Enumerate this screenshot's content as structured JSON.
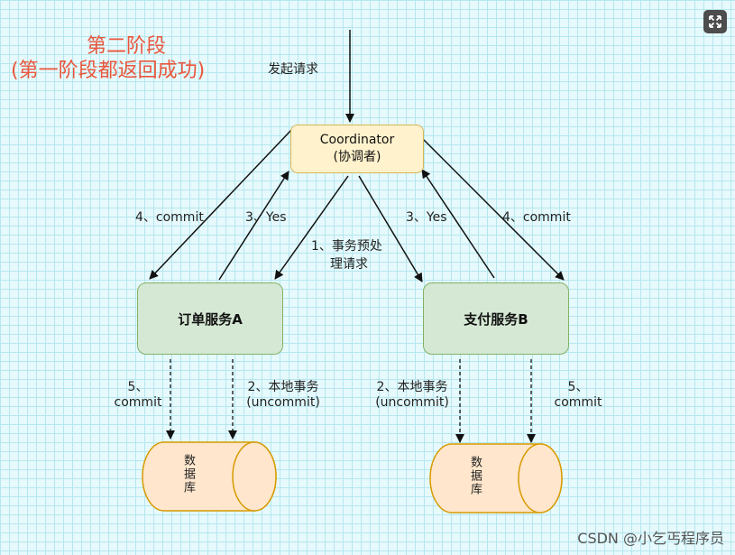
{
  "title": {
    "line1": "第二阶段",
    "line2": "(第一阶段都返回成功)"
  },
  "request_label": "发起请求",
  "coordinator": {
    "line1": "Coordinator",
    "line2": "(协调者)"
  },
  "services": {
    "a": "订单服务A",
    "b": "支付服务B"
  },
  "edges": {
    "commit_left": "4、commit",
    "yes_left": "3、Yes",
    "prepare_line1": "1、事务预处",
    "prepare_line2": "理请求",
    "yes_right": "3、Yes",
    "commit_right": "4、commit"
  },
  "local": {
    "a_commit_line1": "5、",
    "a_commit_line2": "commit",
    "a_local_line1": "2、本地事务",
    "a_local_line2": "(uncommit)",
    "b_local_line1": "2、本地事务",
    "b_local_line2": "(uncommit)",
    "b_commit_line1": "5、",
    "b_commit_line2": "commit"
  },
  "databases": {
    "a": "数据库",
    "b": "数据库"
  },
  "watermark": "CSDN @小乞丐程序员",
  "icons": {
    "expand": "expand-icon"
  },
  "colors": {
    "title": "#e8573c",
    "coordinator_fill": "#fff2cc",
    "coordinator_border": "#d6b656",
    "service_fill": "#d5e8d4",
    "service_border": "#82b366",
    "database_fill": "#ffe6cc",
    "database_border": "#d79b00"
  }
}
